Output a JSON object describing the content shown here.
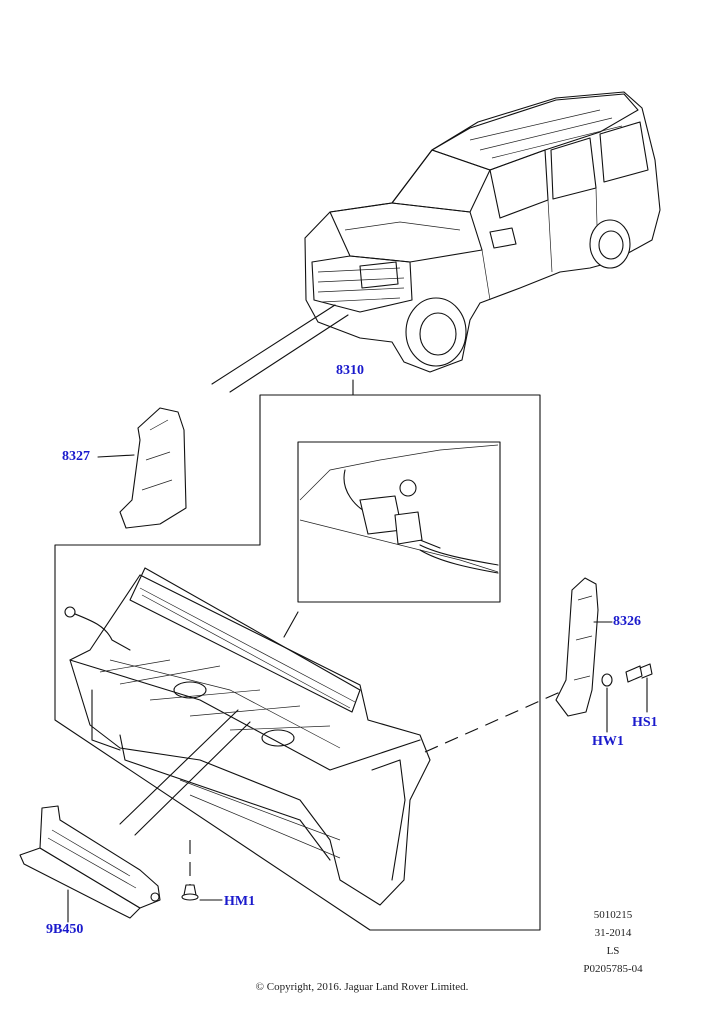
{
  "diagram": {
    "labels": {
      "assembly": "8310",
      "bracket_left": "8327",
      "bracket_right": "8326",
      "screw": "HS1",
      "washer": "HW1",
      "rivet": "HM1",
      "lower_bracket": "9B450"
    },
    "reference": {
      "line1": "5010215",
      "line2": "31-2014",
      "line3": "LS",
      "line4": "P0205785-04"
    },
    "copyright": "© Copyright, 2016. Jaguar Land Rover Limited.",
    "colors": {
      "label": "#1a1acc",
      "line": "#111111"
    }
  }
}
